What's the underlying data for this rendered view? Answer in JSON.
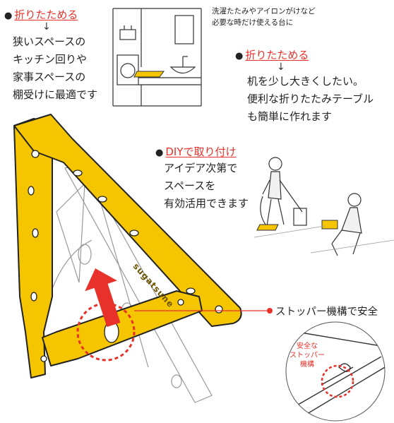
{
  "features": [
    {
      "heading": "折りたためる",
      "lines": [
        "狭いスペースの",
        "キッチン回りや",
        "家事スペースの",
        "棚受けに最適です"
      ]
    },
    {
      "heading": "折りたためる",
      "lines": [
        "机を少し大きくしたい。",
        "便利な折りたたみテーブル",
        "も簡単に作れます"
      ]
    },
    {
      "heading": "DIYで取り付け",
      "lines": [
        "アイデア次第で",
        "スペースを",
        "有効活用できます"
      ]
    }
  ],
  "laundry_caption": [
    "洗濯たたみやアイロンがけなど",
    "必要な時だけ使える台に"
  ],
  "stopper": "ストッパー機構で安全",
  "inset_label": [
    "安全な",
    "ストッパー",
    "機構"
  ],
  "bracket_marking": "sugatsune",
  "colors": {
    "bracket": "#f5c500",
    "accent": "#e8312a",
    "ink": "#222222"
  }
}
